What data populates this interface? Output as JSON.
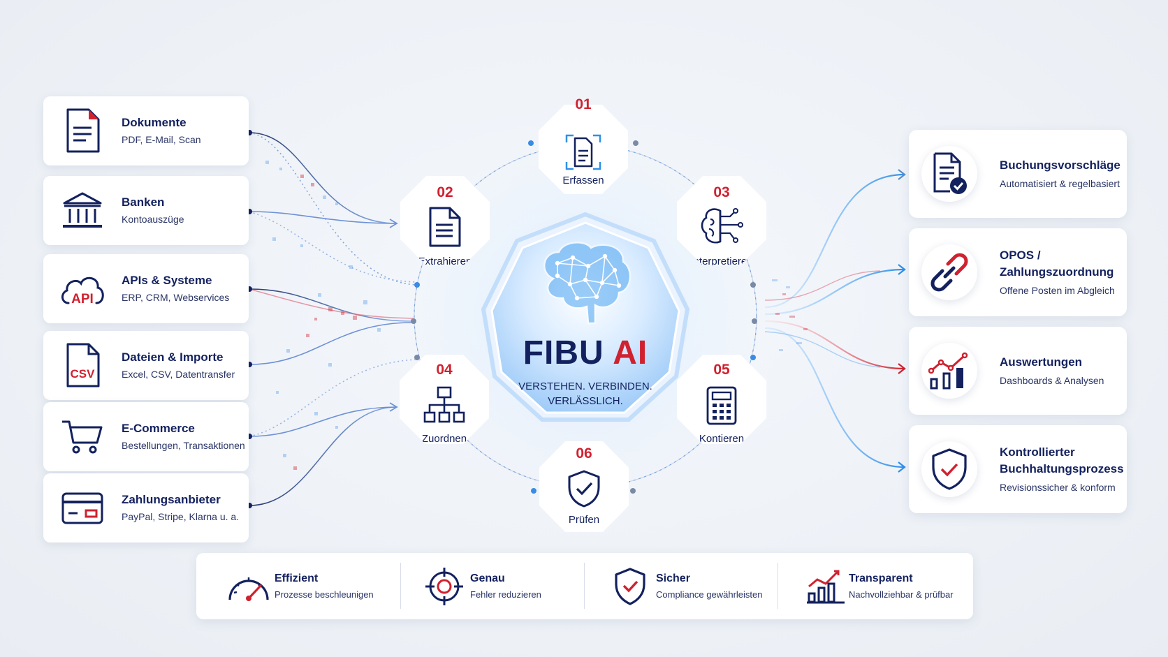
{
  "sources": [
    {
      "title": "Dokumente",
      "subtitle": "PDF, E-Mail, Scan",
      "icon": "document-icon"
    },
    {
      "title": "Banken",
      "subtitle": "Kontoauszüge",
      "icon": "bank-icon"
    },
    {
      "title": "APIs & Systeme",
      "subtitle": "ERP, CRM, Webservices",
      "icon": "api-cloud-icon",
      "icon_text": "API"
    },
    {
      "title": "Dateien & Importe",
      "subtitle": "Excel, CSV, Datentransfer",
      "icon": "csv-file-icon",
      "icon_text": "CSV"
    },
    {
      "title": "E-Commerce",
      "subtitle": "Bestellungen, Transaktionen",
      "icon": "cart-icon"
    },
    {
      "title": "Zahlungsanbieter",
      "subtitle": "PayPal, Stripe, Klarna u. a.",
      "icon": "payment-card-icon"
    }
  ],
  "steps": [
    {
      "number": "01",
      "label": "Erfassen",
      "icon": "scan-document-icon"
    },
    {
      "number": "02",
      "label": "Extrahieren",
      "icon": "document-icon"
    },
    {
      "number": "03",
      "label": "Interpretieren",
      "icon": "brain-circuit-icon"
    },
    {
      "number": "04",
      "label": "Zuordnen",
      "icon": "hierarchy-icon"
    },
    {
      "number": "05",
      "label": "Kontieren",
      "icon": "calculator-icon"
    },
    {
      "number": "06",
      "label": "Prüfen",
      "icon": "shield-check-icon"
    }
  ],
  "center": {
    "title_main": "FIBU ",
    "title_accent": "AI",
    "tagline_line1": "VERSTEHEN. VERBINDEN.",
    "tagline_line2": "VERLÄSSLICH.",
    "icon": "ai-brain-icon"
  },
  "outputs": [
    {
      "title_lines": [
        "Buchungsvorschläge"
      ],
      "subtitle": "Automatisiert & regelbasiert",
      "icon": "document-check-icon"
    },
    {
      "title_lines": [
        "OPOS /",
        "Zahlungszuordnung"
      ],
      "subtitle": "Offene Posten im Abgleich",
      "icon": "chain-link-icon"
    },
    {
      "title_lines": [
        "Auswertungen"
      ],
      "subtitle": "Dashboards & Analysen",
      "icon": "chart-trend-icon"
    },
    {
      "title_lines": [
        "Kontrollierter",
        "Buchhaltungsprozess"
      ],
      "subtitle": "Revisionssicher & konform",
      "icon": "shield-check-icon"
    }
  ],
  "benefits": [
    {
      "title": "Effizient",
      "subtitle": "Prozesse beschleunigen",
      "icon": "speedometer-icon"
    },
    {
      "title": "Genau",
      "subtitle": "Fehler reduzieren",
      "icon": "target-icon"
    },
    {
      "title": "Sicher",
      "subtitle": "Compliance gewährleisten",
      "icon": "shield-check-icon"
    },
    {
      "title": "Transparent",
      "subtitle": "Nachvollziehbar & prüfbar",
      "icon": "bar-chart-icon"
    }
  ],
  "colors": {
    "navy": "#13215e",
    "red": "#d0212f",
    "blue": "#2f8fe8",
    "glow": "#cfe6ff"
  }
}
